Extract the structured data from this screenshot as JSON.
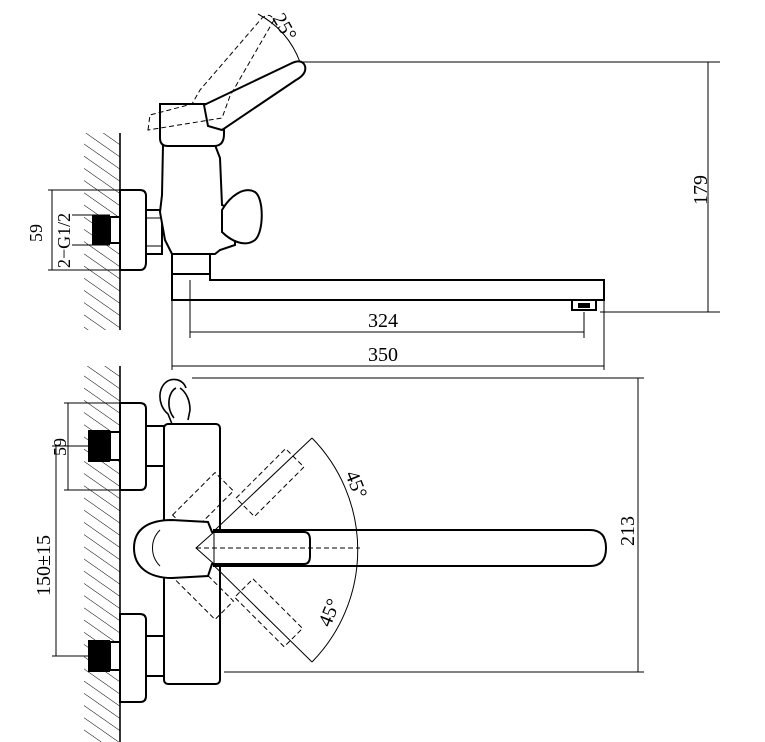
{
  "dimensions": {
    "handle_angle_side": "25°",
    "height_side": "179",
    "thread_label": "2−G1/2",
    "inlet_side": "59",
    "spout_reach_inner": "324",
    "spout_reach_total": "350",
    "height_top": "213",
    "inlet_top": "59",
    "centers": "150±15",
    "angle_upper": "45°",
    "angle_lower": "45°"
  }
}
